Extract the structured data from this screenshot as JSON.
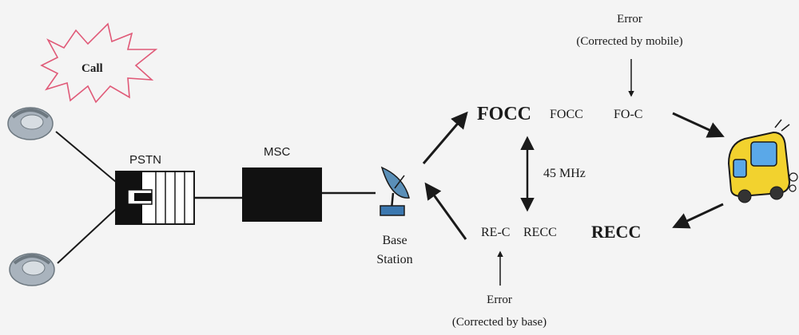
{
  "labels": {
    "call": "Call",
    "pstn": "PSTN",
    "msc": "MSC",
    "base_station_line1": "Base",
    "base_station_line2": "Station",
    "focc_main": "FOCC",
    "focc_sequence_a": "FOCC",
    "focc_sequence_b": "FO-C",
    "frequency_gap": "45 MHz",
    "recc_sequence_a": "RE-C",
    "recc_sequence_b": "RECC",
    "recc_main": "RECC",
    "error_top": "Error",
    "error_top_note": "(Corrected by mobile)",
    "error_bottom": "Error",
    "error_bottom_note": "(Corrected by base)"
  },
  "colors": {
    "ink": "#1a1a1a",
    "burst_stroke": "#e05a78",
    "vehicle_body": "#f2d22e",
    "vehicle_window": "#5aa8e8",
    "phone_body": "#a9b3bd"
  },
  "icons": [
    "call-burst-icon",
    "telephone-icon",
    "pstn-switch-icon",
    "msc-box-icon",
    "satellite-dish-icon",
    "mobile-vehicle-icon"
  ]
}
